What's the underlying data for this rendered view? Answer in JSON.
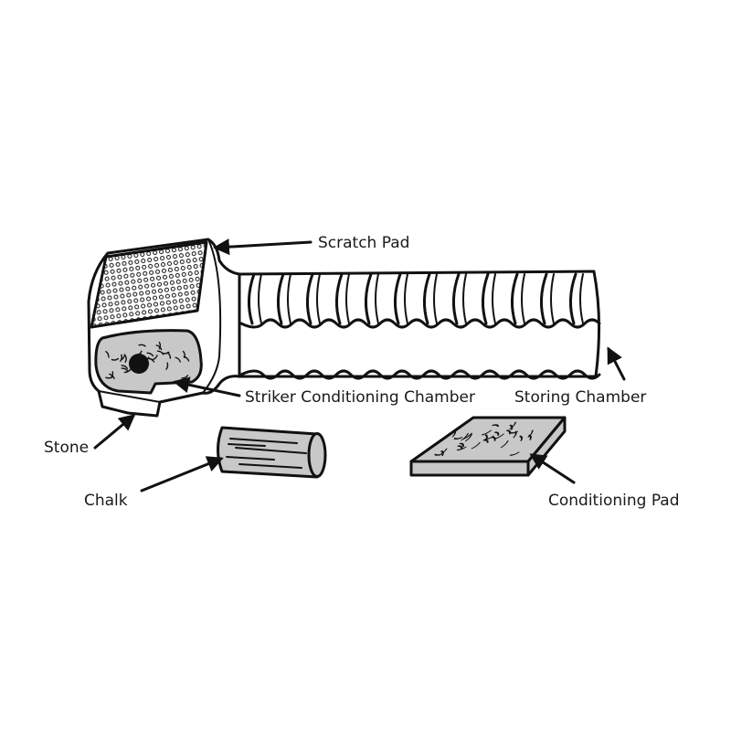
{
  "labels": {
    "scratch_pad": "Scratch Pad",
    "striker_chamber": "Striker Conditioning Chamber",
    "storing_chamber": "Storing Chamber",
    "stone": "Stone",
    "chalk": "Chalk",
    "conditioning_pad": "Conditioning Pad"
  },
  "colors": {
    "fill_gray": "#c8c8c8",
    "line": "#111111"
  }
}
